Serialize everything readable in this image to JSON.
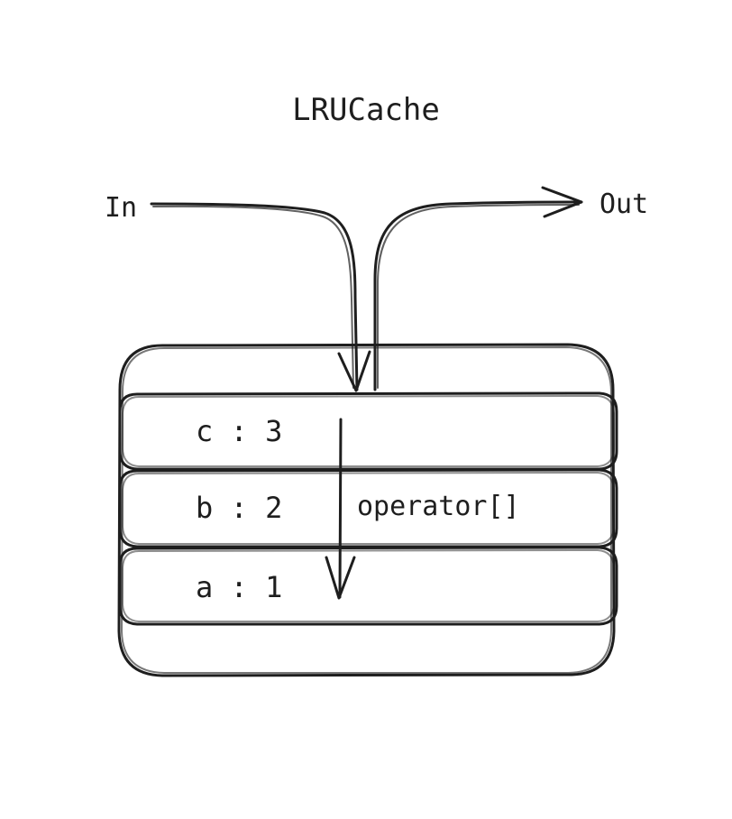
{
  "title": "LRUCache",
  "labels": {
    "in": "In",
    "out": "Out",
    "operator": "operator[]"
  },
  "entries": [
    {
      "key": "c",
      "value": "3",
      "text": "c : 3"
    },
    {
      "key": "b",
      "value": "2",
      "text": "b : 2"
    },
    {
      "key": "a",
      "value": "1",
      "text": "a : 1"
    }
  ],
  "colors": {
    "stroke": "#1e1e1e",
    "background": "#ffffff"
  }
}
